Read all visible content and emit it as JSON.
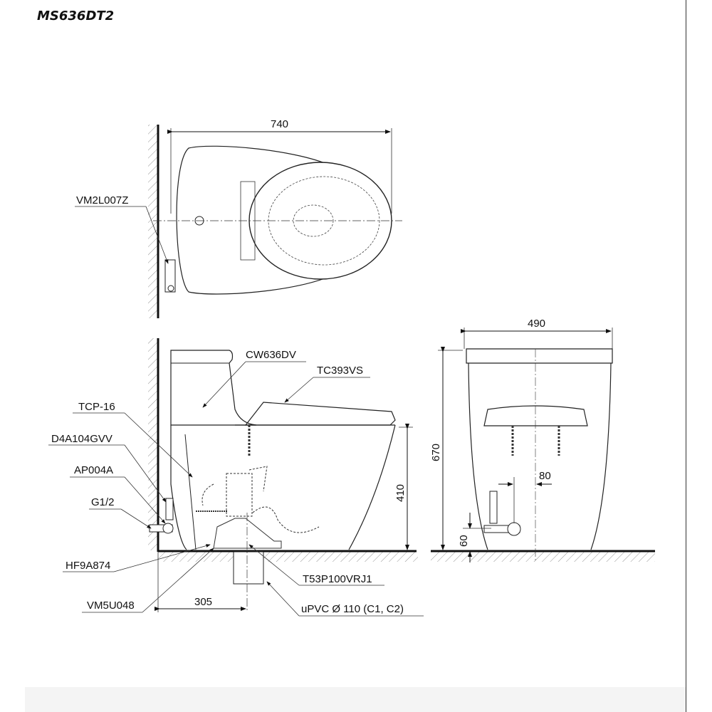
{
  "title": "MS636DT2",
  "top_view": {
    "dimension_width": "740",
    "label_valve": "VM2L007Z"
  },
  "side_view": {
    "labels": {
      "body": "CW636DV",
      "seat": "TC393VS",
      "tcp": "TCP-16",
      "d4a": "D4A104GVV",
      "ap": "AP004A",
      "g12": "G1/2",
      "hf": "HF9A874",
      "vm5": "VM5U048",
      "t53": "T53P100VRJ1",
      "upvc": "uPVC Ø 110 (C1, C2)"
    },
    "dimension_height_seat": "410",
    "dimension_rough_in": "305"
  },
  "front_view": {
    "dimension_width": "490",
    "dimension_height": "670",
    "dimension_offset": "80",
    "dimension_supply_height": "60"
  }
}
